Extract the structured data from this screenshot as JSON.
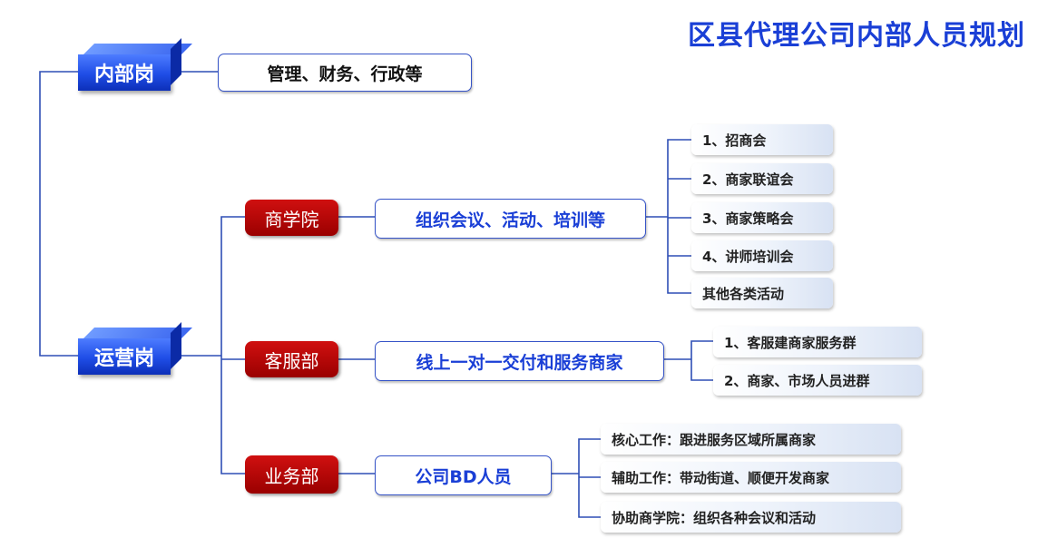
{
  "title": "区县代理公司内部人员规划",
  "top": {
    "label": "内部岗",
    "desc": "管理、财务、行政等"
  },
  "ops": {
    "label": "运营岗",
    "departments": [
      {
        "label": "商学院",
        "desc": "组织会议、活动、培训等",
        "items": [
          "1、招商会",
          "2、商家联谊会",
          "3、商家策略会",
          "4、讲师培训会",
          "其他各类活动"
        ]
      },
      {
        "label": "客服部",
        "desc": "线上一对一交付和服务商家",
        "items": [
          "1、客服建商家服务群",
          "2、商家、市场人员进群"
        ]
      },
      {
        "label": "业务部",
        "desc": "公司BD人员",
        "items": [
          "核心工作：跟进服务区域所属商家",
          "辅助工作：带动街道、顺便开发商家",
          "协助商学院：组织各种会议和活动"
        ]
      }
    ]
  },
  "colors": {
    "accent_blue": "#1a3fd6",
    "dept_red": "#b30000",
    "line": "#2f4fb5"
  }
}
